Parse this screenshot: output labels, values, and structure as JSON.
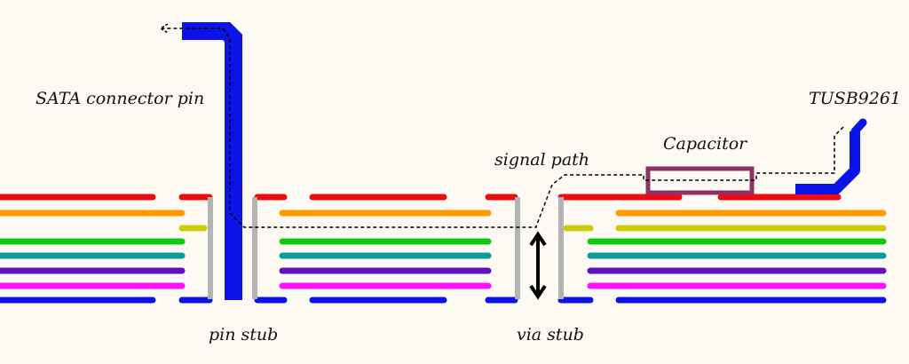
{
  "labels": {
    "sata_pin": "SATA connector pin",
    "tusb": "TUSB9261",
    "capacitor": "Capacitor",
    "signal_path": "signal path",
    "pin_stub": "pin stub",
    "via_stub": "via stub"
  },
  "colors": {
    "background": "#fdfaf4",
    "pin": "#0a14e6",
    "via_barrel": "#b3b3b3",
    "capacitor": "#8e3268",
    "signal_path": "#000000",
    "layers": [
      "#f00c0c",
      "#ff9a00",
      "#cccc0a",
      "#10cc10",
      "#0a9a9a",
      "#6010c0",
      "#ff10ff",
      "#0a14e6"
    ]
  }
}
